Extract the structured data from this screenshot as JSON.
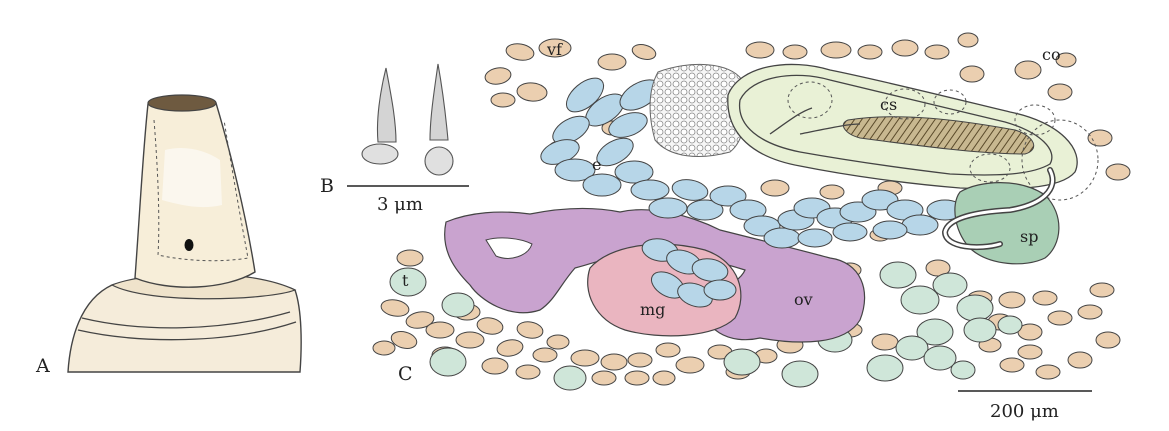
{
  "panels": {
    "a": {
      "letter": "A"
    },
    "b": {
      "letter": "B",
      "scale_label": "3 μm"
    },
    "c": {
      "letter": "C",
      "scale_label": "200 μm"
    }
  },
  "labels": {
    "vf": "vf",
    "co": "co",
    "cs": "cs",
    "e": "e",
    "sp": "sp",
    "t": "t",
    "mg": "mg",
    "ov": "ov"
  },
  "colors": {
    "vitelline": "#ebcfb0",
    "egg": "#b7d6e8",
    "testis": "#cfe6d9",
    "ovary": "#c9a3cf",
    "midgut": "#eab5c0",
    "cirrus_sac": "#e9f1d6",
    "seminal": "#a9cfb5",
    "outline": "#444444"
  }
}
